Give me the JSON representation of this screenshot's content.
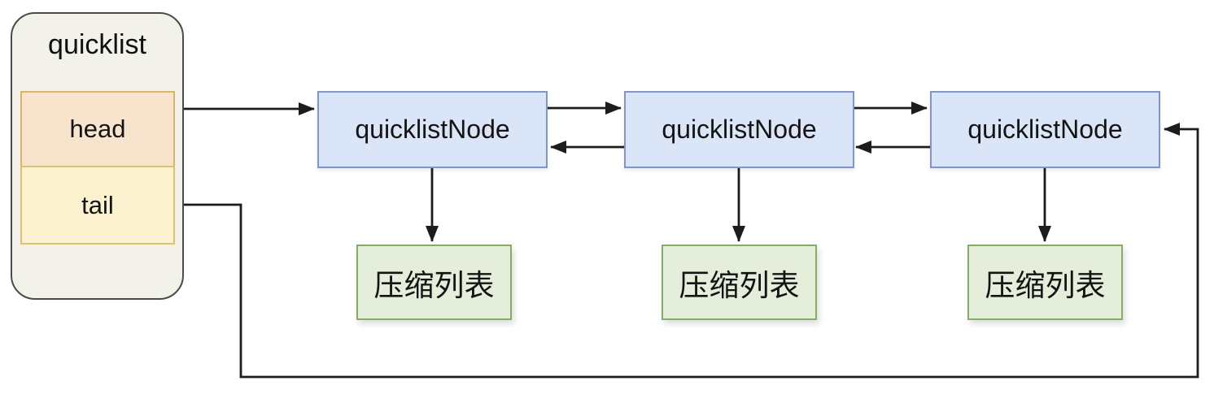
{
  "diagram": {
    "quicklist": {
      "title": "quicklist",
      "head_label": "head",
      "tail_label": "tail"
    },
    "nodes": [
      {
        "label": "quicklistNode"
      },
      {
        "label": "quicklistNode"
      },
      {
        "label": "quicklistNode"
      }
    ],
    "ziplists": [
      {
        "label": "压缩列表"
      },
      {
        "label": "压缩列表"
      },
      {
        "label": "压缩列表"
      }
    ],
    "colors": {
      "container_fill": "#f2f1ea",
      "container_border": "#4b4b4b",
      "head_fill": "#f8e4cd",
      "head_border": "#d9b567",
      "tail_fill": "#fcf2d0",
      "tail_border": "#ddc172",
      "node_fill": "#dbe5f8",
      "node_border": "#8195c7",
      "ziplist_fill": "#e4eedb",
      "ziplist_border": "#85ad63",
      "arrow": "#1c1c1c"
    }
  }
}
